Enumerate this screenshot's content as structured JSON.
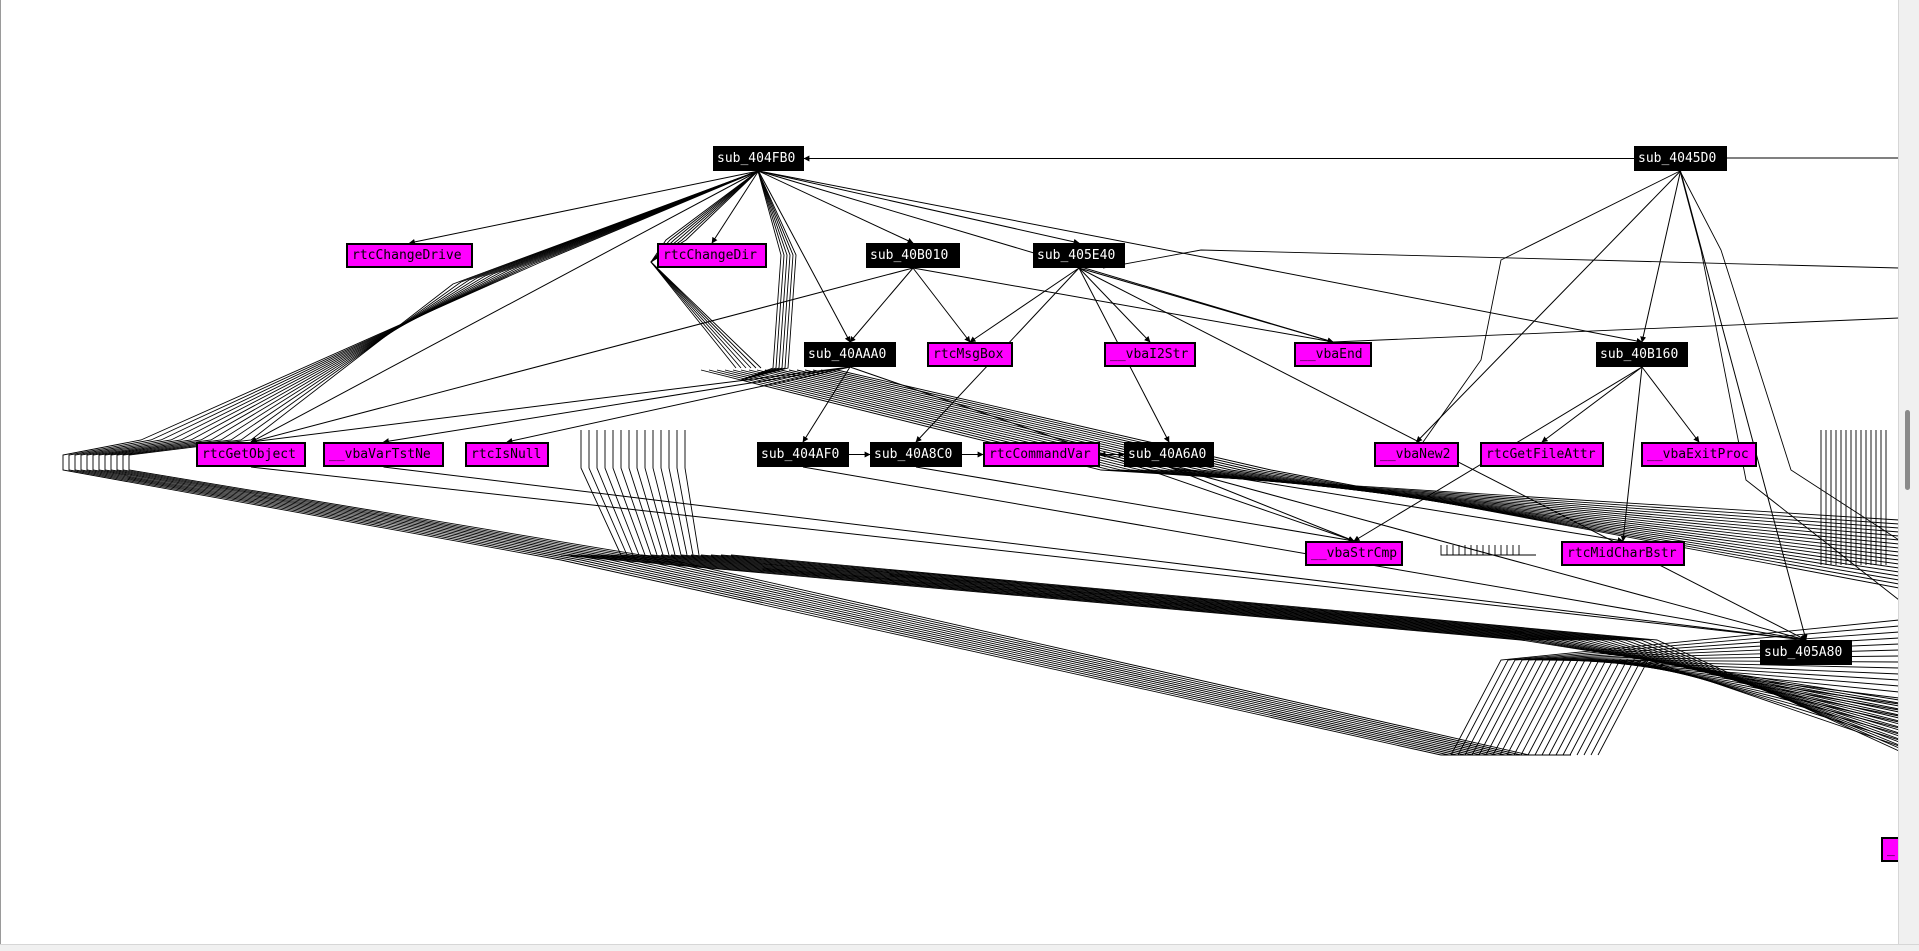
{
  "colors": {
    "sub_fill": "#000000",
    "sub_text": "#ffffff",
    "import_fill": "#ff00ff",
    "import_text": "#000000",
    "edge": "#000000",
    "background": "#ffffff"
  },
  "nodes": [
    {
      "id": "sub_404FB0",
      "label": "sub_404FB0",
      "kind": "sub"
    },
    {
      "id": "sub_4045D0",
      "label": "sub_4045D0",
      "kind": "sub"
    },
    {
      "id": "rtcChangeDrive",
      "label": "rtcChangeDrive",
      "kind": "import"
    },
    {
      "id": "rtcChangeDir",
      "label": "rtcChangeDir",
      "kind": "import"
    },
    {
      "id": "sub_40B010",
      "label": "sub_40B010",
      "kind": "sub"
    },
    {
      "id": "sub_405E40",
      "label": "sub_405E40",
      "kind": "sub"
    },
    {
      "id": "sub_40AAA0",
      "label": "sub_40AAA0",
      "kind": "sub"
    },
    {
      "id": "rtcMsgBox",
      "label": "rtcMsgBox",
      "kind": "import"
    },
    {
      "id": "__vbaI2Str",
      "label": "__vbaI2Str",
      "kind": "import"
    },
    {
      "id": "__vbaEnd",
      "label": "__vbaEnd",
      "kind": "import"
    },
    {
      "id": "sub_40B160",
      "label": "sub_40B160",
      "kind": "sub"
    },
    {
      "id": "rtcGetObject",
      "label": "rtcGetObject",
      "kind": "import"
    },
    {
      "id": "__vbaVarTstNe",
      "label": "__vbaVarTstNe",
      "kind": "import"
    },
    {
      "id": "rtcIsNull",
      "label": "rtcIsNull",
      "kind": "import"
    },
    {
      "id": "sub_404AF0",
      "label": "sub_404AF0",
      "kind": "sub"
    },
    {
      "id": "sub_40A8C0",
      "label": "sub_40A8C0",
      "kind": "sub"
    },
    {
      "id": "rtcCommandVar",
      "label": "rtcCommandVar",
      "kind": "import"
    },
    {
      "id": "sub_40A6A0",
      "label": "sub_40A6A0",
      "kind": "sub"
    },
    {
      "id": "__vbaNew2",
      "label": "__vbaNew2",
      "kind": "import"
    },
    {
      "id": "rtcGetFileAttr",
      "label": "rtcGetFileAttr",
      "kind": "import"
    },
    {
      "id": "__vbaExitProc",
      "label": "__vbaExitProc",
      "kind": "import"
    },
    {
      "id": "__vbaStrCmp",
      "label": "__vbaStrCmp",
      "kind": "import"
    },
    {
      "id": "rtcMidCharBstr",
      "label": "rtcMidCharBstr",
      "kind": "import"
    },
    {
      "id": "sub_405A80",
      "label": "sub_405A80",
      "kind": "sub"
    },
    {
      "id": "partial_import",
      "label": "_",
      "kind": "import"
    }
  ],
  "edges": [
    [
      "sub_4045D0",
      "sub_404FB0"
    ],
    [
      "sub_404FB0",
      "rtcChangeDrive"
    ],
    [
      "sub_404FB0",
      "rtcChangeDir"
    ],
    [
      "sub_404FB0",
      "sub_40B010"
    ],
    [
      "sub_404FB0",
      "sub_405E40"
    ],
    [
      "sub_404FB0",
      "__vbaEnd"
    ],
    [
      "sub_404FB0",
      "sub_40B160"
    ],
    [
      "sub_404FB0",
      "sub_40AAA0"
    ],
    [
      "sub_404FB0",
      "rtcGetObject"
    ],
    [
      "sub_40B010",
      "sub_40AAA0"
    ],
    [
      "sub_40B010",
      "rtcMsgBox"
    ],
    [
      "sub_40B010",
      "rtcGetObject"
    ],
    [
      "sub_40B010",
      "__vbaEnd"
    ],
    [
      "sub_405E40",
      "rtcMsgBox"
    ],
    [
      "sub_405E40",
      "__vbaI2Str"
    ],
    [
      "sub_405E40",
      "__vbaEnd"
    ],
    [
      "sub_405E40",
      "sub_40A6A0"
    ],
    [
      "sub_405E40",
      "sub_40A8C0"
    ],
    [
      "sub_40AAA0",
      "rtcGetObject"
    ],
    [
      "sub_40AAA0",
      "__vbaVarTstNe"
    ],
    [
      "sub_40AAA0",
      "rtcIsNull"
    ],
    [
      "sub_40AAA0",
      "sub_404AF0"
    ],
    [
      "sub_40AAA0",
      "__vbaStrCmp"
    ],
    [
      "sub_404AF0",
      "sub_40A8C0"
    ],
    [
      "sub_40A8C0",
      "rtcCommandVar"
    ],
    [
      "sub_40A8C0",
      "sub_40A6A0"
    ],
    [
      "sub_40A8C0",
      "__vbaStrCmp"
    ],
    [
      "sub_40A6A0",
      "rtcCommandVar"
    ],
    [
      "sub_40A6A0",
      "__vbaStrCmp"
    ],
    [
      "sub_40A6A0",
      "rtcMidCharBstr"
    ],
    [
      "sub_40A6A0",
      "sub_405A80"
    ],
    [
      "sub_4045D0",
      "__vbaNew2"
    ],
    [
      "sub_4045D0",
      "sub_40B160"
    ],
    [
      "sub_4045D0",
      "sub_405A80"
    ],
    [
      "sub_40B160",
      "rtcGetFileAttr"
    ],
    [
      "sub_40B160",
      "__vbaExitProc"
    ],
    [
      "sub_40B160",
      "rtcMidCharBstr"
    ],
    [
      "sub_40B160",
      "__vbaStrCmp"
    ],
    [
      "rtcGetObject",
      "sub_405A80"
    ],
    [
      "__vbaVarTstNe",
      "sub_405A80"
    ],
    [
      "sub_404AF0",
      "sub_405A80"
    ],
    [
      "sub_405E40",
      "sub_405A80"
    ]
  ]
}
